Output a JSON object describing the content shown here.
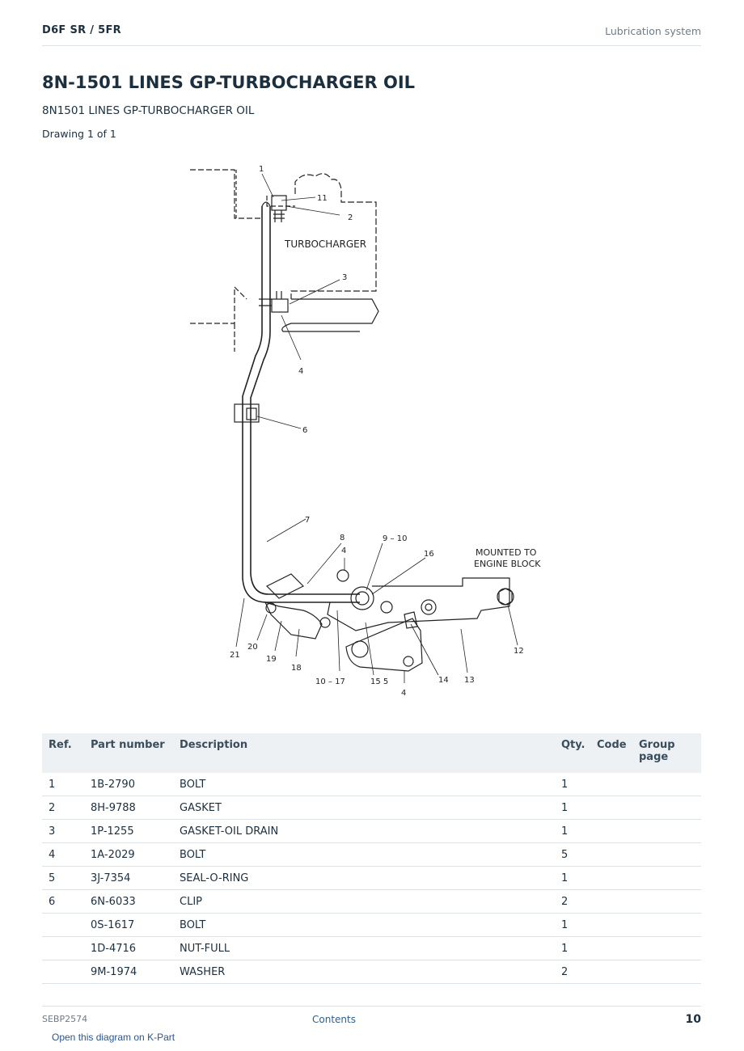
{
  "header": {
    "model": "D6F SR  /  5FR",
    "section": "Lubrication system"
  },
  "title": "8N-1501 LINES GP-TURBOCHARGER OIL",
  "subtitle": "8N1501 LINES GP-TURBOCHARGER OIL",
  "drawing_count": "Drawing 1 of 1",
  "diagram": {
    "labels": {
      "turbocharger": "TURBOCHARGER",
      "mounted_line1": "MOUNTED TO",
      "mounted_line2": "ENGINE BLOCK",
      "c1": "1",
      "c2": "2",
      "c3": "3",
      "c4a": "4",
      "c4b": "4",
      "c4c": "4",
      "c6": "6",
      "c7": "7",
      "c8": "8",
      "c9": "9 – 10",
      "c11": "11",
      "c12": "12",
      "c13": "13",
      "c14": "14",
      "c15": "15 5",
      "c16": "16",
      "c10": "10 – 17",
      "c18": "18",
      "c19": "19",
      "c20": "20",
      "c21": "21"
    }
  },
  "table": {
    "headers": {
      "ref": "Ref.",
      "part_number": "Part number",
      "description": "Description",
      "qty": "Qty.",
      "code": "Code",
      "group_page": "Group page"
    },
    "rows": [
      {
        "ref": "1",
        "part_number": "1B-2790",
        "description": "BOLT",
        "qty": "1",
        "code": "",
        "group_page": ""
      },
      {
        "ref": "2",
        "part_number": "8H-9788",
        "description": "GASKET",
        "qty": "1",
        "code": "",
        "group_page": ""
      },
      {
        "ref": "3",
        "part_number": "1P-1255",
        "description": "GASKET-OIL DRAIN",
        "qty": "1",
        "code": "",
        "group_page": ""
      },
      {
        "ref": "4",
        "part_number": "1A-2029",
        "description": "BOLT",
        "qty": "5",
        "code": "",
        "group_page": ""
      },
      {
        "ref": "5",
        "part_number": "3J-7354",
        "description": "SEAL-O-RING",
        "qty": "1",
        "code": "",
        "group_page": ""
      },
      {
        "ref": "6",
        "part_number": "6N-6033",
        "description": "CLIP",
        "qty": "2",
        "code": "",
        "group_page": ""
      },
      {
        "ref": "",
        "part_number": "0S-1617",
        "description": "BOLT",
        "qty": "1",
        "code": "",
        "group_page": ""
      },
      {
        "ref": "",
        "part_number": "1D-4716",
        "description": "NUT-FULL",
        "qty": "1",
        "code": "",
        "group_page": ""
      },
      {
        "ref": "",
        "part_number": "9M-1974",
        "description": "WASHER",
        "qty": "2",
        "code": "",
        "group_page": ""
      }
    ]
  },
  "footer": {
    "doc_id": "SEBP2574",
    "contents": "Contents",
    "page_number": "10"
  },
  "kpart_link": "Open this diagram on K-Part"
}
